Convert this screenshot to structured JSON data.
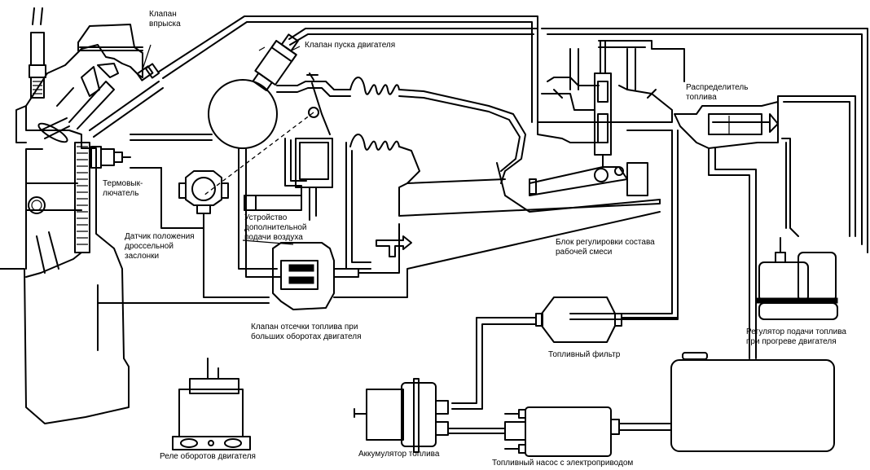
{
  "title": "Схема системы впрыска топлива",
  "colors": {
    "line": "#000000",
    "background": "#ffffff"
  },
  "labels": {
    "injection_valve": "Клапан\nвпрыска",
    "start_valve": "Клапан пуска двигателя",
    "fuel_distributor": "Распределитель\nтоплива",
    "thermoswitch": "Термовык-\nлючатель",
    "throttle_sensor": "Датчик положения\nдроссельной\nзаслонки",
    "aux_air_device": "Устройство\nдополнительной\nподачи воздуха",
    "mixture_control_unit": "Блок регулировки состава\nрабочей смеси",
    "cutoff_valve": "Клапан отсечки топлива при\nбольших оборотах двигателя",
    "warmup_regulator": "Регулятор подачи топлива\nпри прогреве двигателя",
    "fuel_filter": "Топливный фильтр",
    "fuel_accumulator": "Аккумулятор топлива",
    "fuel_pump": "Топливный насос с электроприводом",
    "rpm_relay": "Реле оборотов двигателя"
  }
}
